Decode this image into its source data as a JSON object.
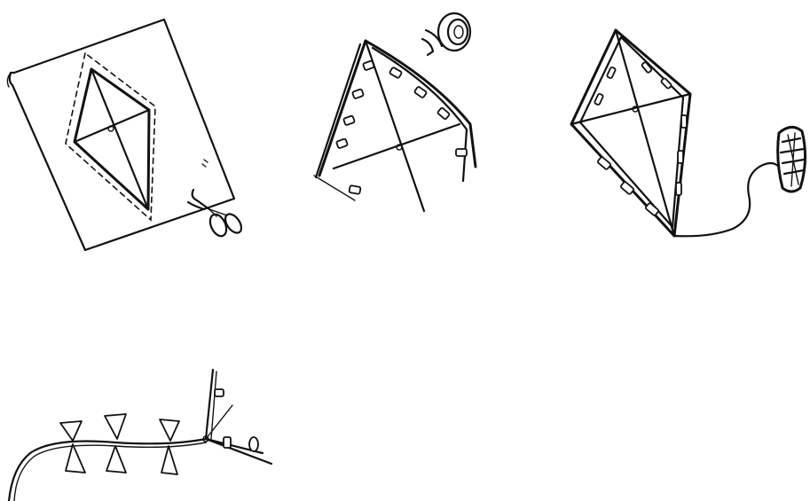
{
  "illustration": {
    "steps": [
      {
        "id": "step-1",
        "depicts": [
          "paper-sheet",
          "kite-frame",
          "dashed-cut-line",
          "scissors-icon"
        ]
      },
      {
        "id": "step-2",
        "depicts": [
          "kite-frame",
          "tape-pieces",
          "tape-roll-icon"
        ]
      },
      {
        "id": "step-3",
        "depicts": [
          "finished-kite",
          "string",
          "string-spool-icon"
        ]
      },
      {
        "id": "step-4",
        "depicts": [
          "kite-tail",
          "bow-ties"
        ]
      }
    ],
    "colors": {
      "ink": "#111111",
      "background": "#ffffff"
    }
  }
}
